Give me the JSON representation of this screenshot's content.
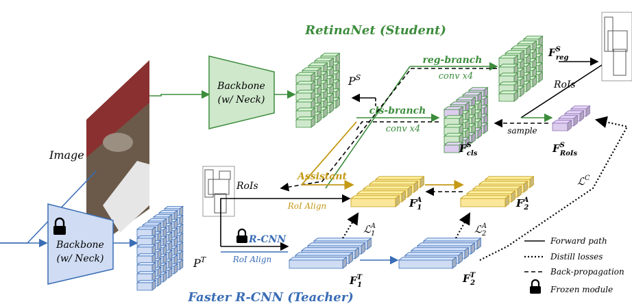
{
  "titles": {
    "student": "RetinaNet (Student)",
    "teacher": "Faster R-CNN (Teacher)"
  },
  "image_label": "Image",
  "student_backbone": {
    "line1": "Backbone",
    "line2": "(w/ Neck)"
  },
  "teacher_backbone": {
    "line1": "Backbone",
    "line2": "(w/ Neck)"
  },
  "student_features": {
    "ps": "P",
    "ps_sup": "S",
    "reg_branch": "reg-branch",
    "reg_conv": "conv x4",
    "cls_branch": "cls-branch",
    "cls_conv": "conv x4",
    "f_reg": "F",
    "f_reg_sup": "S",
    "f_reg_sub": "reg",
    "f_cls": "F",
    "f_cls_sup": "S",
    "f_cls_sub": "cls",
    "f_rois": "F",
    "f_rois_sup": "S",
    "f_rois_sub": "RoIs",
    "rois_right": "RoIs",
    "sample": "sample"
  },
  "teacher_features": {
    "pt": "P",
    "pt_sup": "T",
    "rois_mid": "RoIs",
    "assistant": "Assistant",
    "roi_align_top": "RoI Align",
    "rcnn": "R-CNN",
    "roi_align_bottom": "RoI Align",
    "f1a": "F",
    "f1a_sup": "A",
    "f1a_sub": "1",
    "f2a": "F",
    "f2a_sup": "A",
    "f2a_sub": "2",
    "f1t": "F",
    "f1t_sup": "T",
    "f1t_sub": "1",
    "f2t": "F",
    "f2t_sup": "T",
    "f2t_sub": "2"
  },
  "losses": {
    "l1a": "ℒ",
    "l1a_sup": "A",
    "l1a_sub": "1",
    "l2a": "ℒ",
    "l2a_sup": "A",
    "l2a_sub": "2",
    "lc": "ℒ",
    "lc_sup": "C"
  },
  "legend": {
    "forward": "Forward path",
    "distill": "Distill losses",
    "backprop": "Back-propagation",
    "frozen": "Frozen module"
  },
  "colors": {
    "green": "#3c8c3c",
    "green_fill": "#cfe8cc",
    "blue": "#3a6db5",
    "blue_fill": "#cfdcf3",
    "gold": "#c49a16",
    "yellow_fill": "#fbe79a",
    "purple_fill": "#dccdee"
  }
}
